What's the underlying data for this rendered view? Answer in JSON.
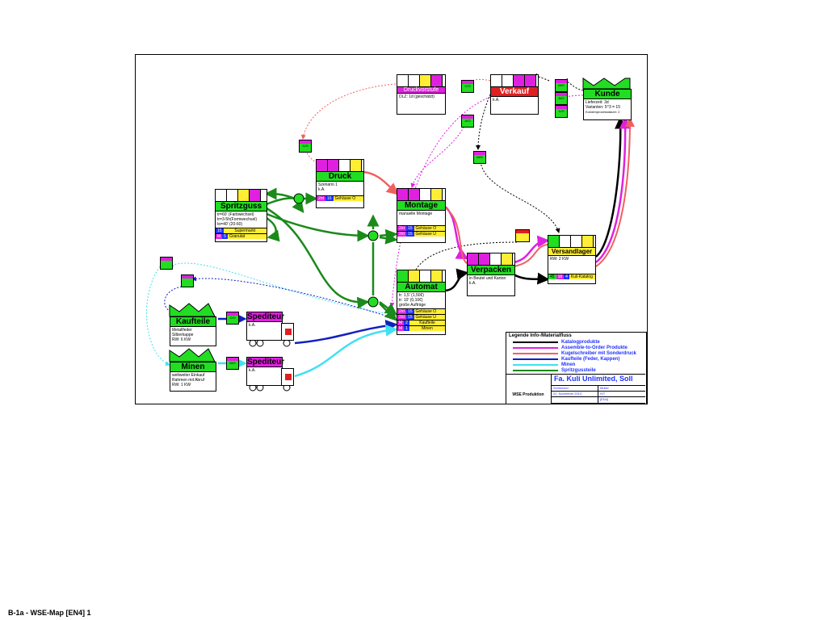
{
  "footer_text": "B-1a - WSE-Map [EN4] 1",
  "processes": {
    "druckvorstufe": {
      "title": "Druckvorstufe",
      "info": "DLZ: 1d (geschätzt)"
    },
    "verkauf": {
      "title": "Verkauf",
      "info": "k.A."
    },
    "druck": {
      "title": "Druck",
      "info1": "Szenario 1",
      "info2": "k.A.",
      "row_a": "2/d",
      "row_b": "15",
      "row_c": "Gehäuse O"
    },
    "montage": {
      "title": "Montage",
      "info": "manuelle Montage",
      "row1_a": "2/d",
      "row1_b": "15",
      "row1_c": "Gehäuse O",
      "row2_a": "2/d",
      "row2_b": "15",
      "row2_c": "Gehäuse U"
    },
    "spritzguss": {
      "title": "Spritzguss",
      "info1": "tr=60' (Farbwechsel)",
      "info2": "tr=3-5h(Formwechsel)",
      "info3": "to=40' (20-60)",
      "row1_a": "15",
      "row1_c": "Supermarkt",
      "row2_a": "M",
      "row2_b": "5",
      "row2_c": "Granulat"
    },
    "automat": {
      "title": "Automat",
      "info1": "tr: 1,5' (1,50€)",
      "info2": "tr: 10' (0,10€)",
      "info3": "große Aufträge",
      "row1_a": "2/d",
      "row1_b": "15",
      "row1_c": "Gehäuse O",
      "row2_a": "2/d",
      "row2_b": "15",
      "row2_c": "Gehäuse U",
      "row3_a": "M",
      "row3_b": "2",
      "row3_c": "Kaufteile",
      "row4_a": "M",
      "row4_b": "1",
      "row4_c": "Minen"
    },
    "verpacken": {
      "title": "Verpacken",
      "info1": "in Beutel und Karton",
      "info2": "k.A."
    },
    "versandlager": {
      "title": "Versandlager",
      "info": "RW: 2 KW",
      "row_a": "45",
      "row_b": "16",
      "row_c": "4",
      "row_d": "Kuli-Katalog"
    },
    "kunde": {
      "title": "Kunde",
      "info1": "Lieferzeit: 3d",
      "info2": "Varianten: 5^3 = 15",
      "info3": "Kundenprozessdauer: 2"
    },
    "kaufteile": {
      "title": "Kaufteile",
      "info1": "Metallfeder",
      "info2": "Silberkappe",
      "info3": "RW: 6 KW"
    },
    "minen": {
      "title": "Minen",
      "info1": "weltweiter Einkauf",
      "info2": "Rahmen mit Abruf",
      "info3": "RW: 1 KW"
    },
    "spediteur1": {
      "title": "Spediteur",
      "info": "k.A."
    },
    "spediteur2": {
      "title": "Spediteur",
      "info": "k.A."
    }
  },
  "kanbans": {
    "k1": "C/O",
    "k2": "C/O",
    "k3": "C/O",
    "k4": "A/O",
    "k5": "M/O",
    "k6": "M/O",
    "k7": "A/O",
    "k8": "C/O",
    "k9": "M/O"
  },
  "legend": {
    "title": "Legende Info-/Materialfluss",
    "items": [
      {
        "label": "Katalogprodukte",
        "color": "#000000"
      },
      {
        "label": "Assemble-to-Order Produkte",
        "color": "#e020e0"
      },
      {
        "label": "Kugelschreiber mit Sonderdruck",
        "color": "#f06060"
      },
      {
        "label": "Kaufteile (Feder, Kappen)",
        "color": "#1020c0"
      },
      {
        "label": "Minen",
        "color": "#40e0f0"
      },
      {
        "label": "Spritzgussteile",
        "color": "#1a8a1a"
      }
    ]
  },
  "titleblock": {
    "title": "Fa. Kuli Unlimited, Soll",
    "left_label": "WSE Produktion",
    "c1": "Schmelzer",
    "c2": "Müller",
    "c3": "22. November 2013",
    "c4": "IST",
    "c5": "[EN4]"
  },
  "colors": {
    "green": "#22dd22",
    "red": "#e02020",
    "magenta": "#e020e0",
    "blue": "#2030ff",
    "yellow": "#ffee33"
  }
}
